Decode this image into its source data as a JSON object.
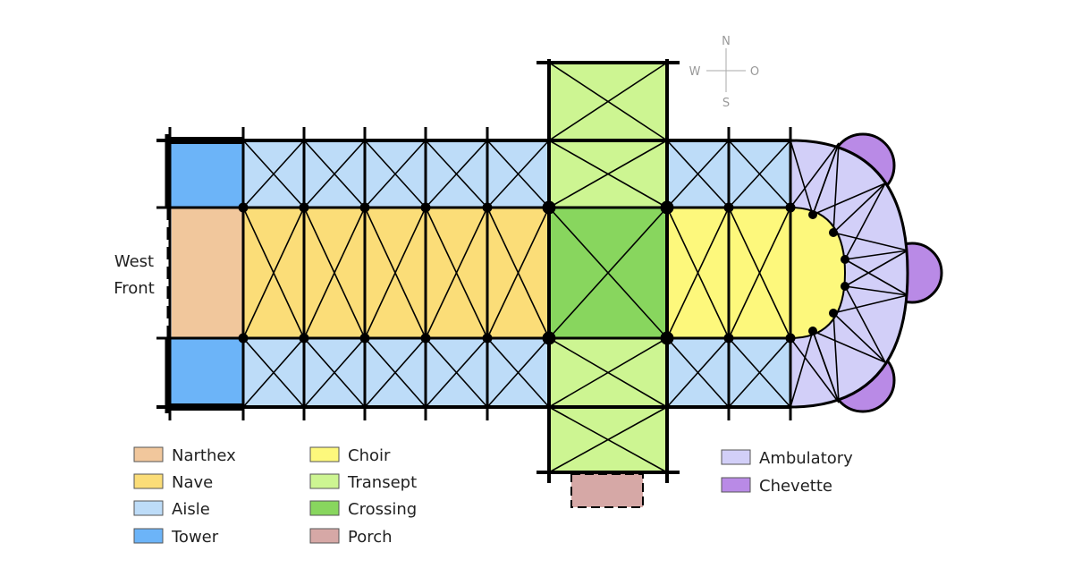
{
  "labels": {
    "west_front_line1": "West",
    "west_front_line2": "Front"
  },
  "compass": {
    "north": "N",
    "south": "S",
    "west": "W",
    "east": "O"
  },
  "legend": [
    {
      "label": "Narthex",
      "color": "#f1c79c"
    },
    {
      "label": "Nave",
      "color": "#fbdd78"
    },
    {
      "label": "Aisle",
      "color": "#bddcf8"
    },
    {
      "label": "Tower",
      "color": "#6cb4f8"
    },
    {
      "label": "Choir",
      "color": "#fdf87c"
    },
    {
      "label": "Transept",
      "color": "#cdf592"
    },
    {
      "label": "Crossing",
      "color": "#88d65e"
    },
    {
      "label": "Porch",
      "color": "#d6a8a6"
    },
    {
      "label": "Ambulatory",
      "color": "#d2cff8"
    },
    {
      "label": "Chevette",
      "color": "#b98ae6"
    }
  ]
}
